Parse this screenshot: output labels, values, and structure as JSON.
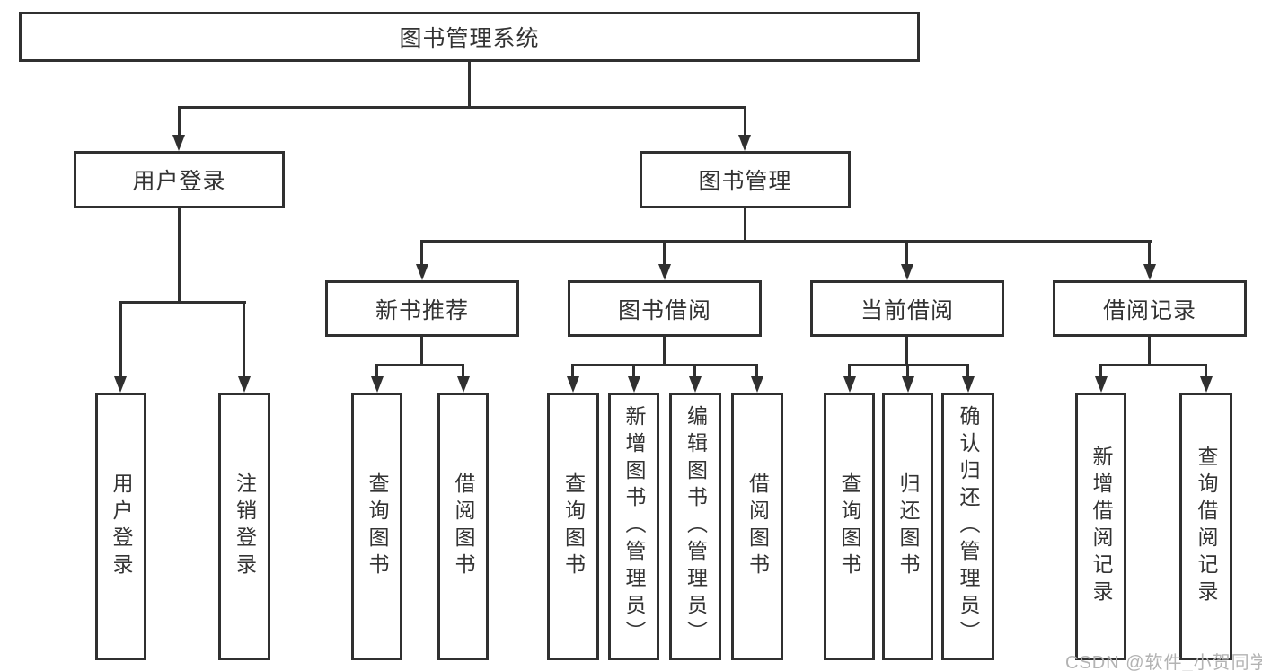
{
  "colors": {
    "line": "#303030",
    "text": "#333333",
    "background": "#ffffff",
    "watermark": "#b3b3b3"
  },
  "tree": {
    "root": "图书管理系统",
    "children": [
      {
        "label": "用户登录",
        "children": [
          {
            "label": "用户登录"
          },
          {
            "label": "注销登录"
          }
        ]
      },
      {
        "label": "图书管理",
        "children": [
          {
            "label": "新书推荐",
            "children": [
              {
                "label": "查询图书"
              },
              {
                "label": "借阅图书"
              }
            ]
          },
          {
            "label": "图书借阅",
            "children": [
              {
                "label": "查询图书"
              },
              {
                "label": "新增图书（管理员）"
              },
              {
                "label": "编辑图书（管理员）"
              },
              {
                "label": "借阅图书"
              }
            ]
          },
          {
            "label": "当前借阅",
            "children": [
              {
                "label": "查询图书"
              },
              {
                "label": "归还图书"
              },
              {
                "label": "确认归还（管理员）"
              }
            ]
          },
          {
            "label": "借阅记录",
            "children": [
              {
                "label": "新增借阅记录"
              },
              {
                "label": "查询借阅记录"
              }
            ]
          }
        ]
      }
    ]
  },
  "watermark": {
    "text": "CSDN @软件_小贺同学"
  }
}
